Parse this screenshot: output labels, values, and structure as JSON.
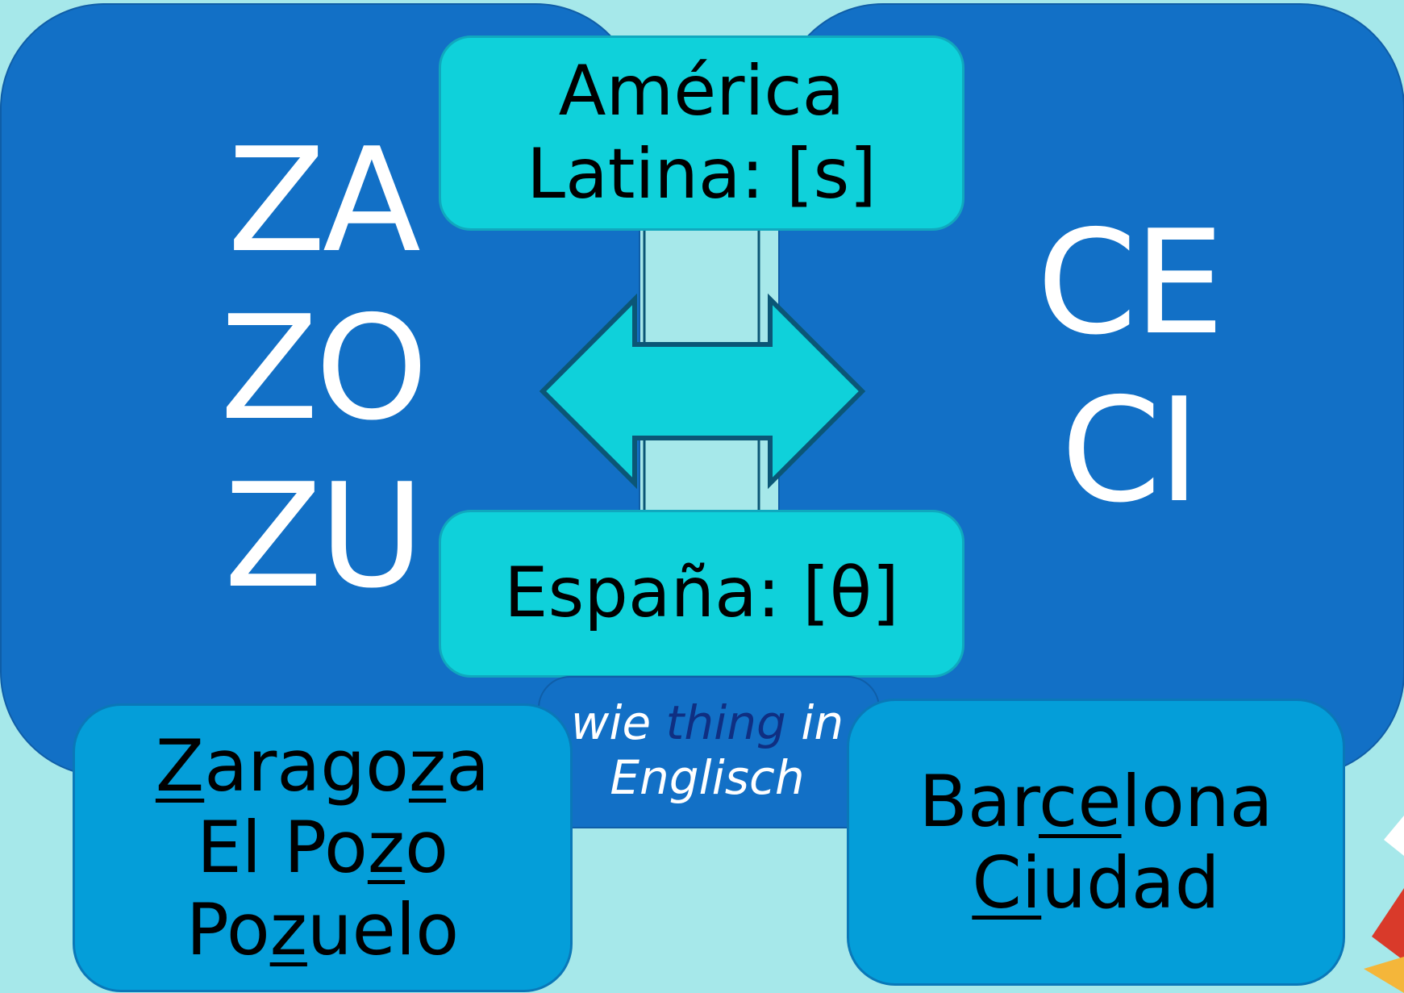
{
  "left_syllables": [
    "ZA",
    "ZO",
    "ZU"
  ],
  "right_syllables": [
    "CE",
    "CI"
  ],
  "latin_america": {
    "line1": "América",
    "line2": "Latina: [s]"
  },
  "spain": {
    "label": "España: [θ]"
  },
  "note": {
    "word_before": "wie ",
    "word_em": "thing",
    "word_after": " in",
    "line2": "Englisch"
  },
  "z_examples": [
    {
      "pre": "",
      "u1": "Z",
      "mid": "arago",
      "u2": "z",
      "post": "a"
    },
    {
      "pre": "El Po",
      "u1": "z",
      "mid": "o",
      "u2": "",
      "post": ""
    },
    {
      "pre": "Po",
      "u1": "z",
      "mid": "uelo",
      "u2": "",
      "post": ""
    }
  ],
  "c_examples": [
    {
      "pre": "Bar",
      "u1": "ce",
      "post": "lona"
    },
    {
      "pre": "",
      "u1": "Ci",
      "post": "udad"
    }
  ],
  "colors": {
    "background": "#a6e8ea",
    "panel": "#1270c6",
    "highlight": "#0fd1da",
    "example_box": "#049ed9",
    "arrow": "#0fd1da",
    "arrow_outline": "#0b5676"
  }
}
